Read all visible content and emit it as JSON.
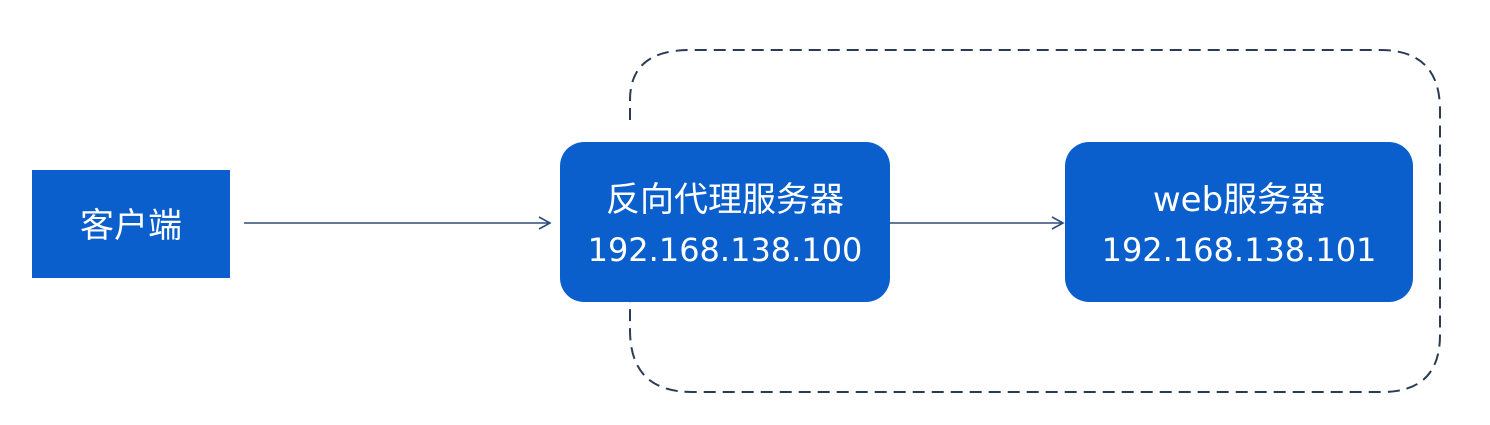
{
  "nodes": {
    "client": {
      "label": "客户端"
    },
    "proxy": {
      "label": "反向代理服务器",
      "ip": "192.168.138.100"
    },
    "web": {
      "label": "web服务器",
      "ip": "192.168.138.101"
    }
  },
  "colors": {
    "node_fill": "#0A5FCC",
    "node_text": "#ffffff",
    "arrow": "#2E4A7A",
    "group_border": "#2B3A55",
    "background": "#ffffff"
  }
}
